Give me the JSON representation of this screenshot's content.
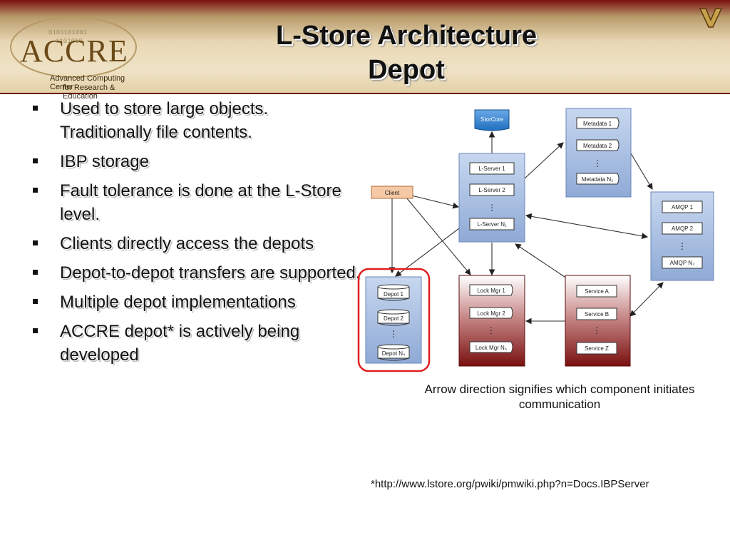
{
  "header": {
    "title_line1": "L-Store Architecture",
    "title_line2": "Depot",
    "logo": {
      "name": "ACCRE",
      "sub1": "Advanced Computing Center",
      "sub2": "for Research & Education"
    }
  },
  "bullets": [
    "Used to store large objects. Traditionally file contents.",
    "IBP storage",
    "Fault tolerance is done at the L-Store level.",
    "Clients directly access the depots",
    "Depot-to-depot transfers are supported.",
    "Multiple depot implementations",
    "ACCRE depot* is actively being developed"
  ],
  "diagram": {
    "storcore": "StorCore",
    "client": "Client",
    "lserver": [
      "L-Server 1",
      "L-Server 2",
      "L-Server N₁"
    ],
    "metadata": [
      "Metadata 1",
      "Metadata 2",
      "Metadata N₂"
    ],
    "amqp": [
      "AMQP 1",
      "AMQP 2",
      "AMQP N₃"
    ],
    "depot": [
      "Depot 1",
      "Depot 2",
      "Depot N₄"
    ],
    "lockmgr": [
      "Lock Mgr 1",
      "Lock Mgr 2",
      "Lock Mgr N₄"
    ],
    "service": [
      "Service A",
      "Service B",
      "Service Z"
    ],
    "ellipsis": "⋮",
    "colors": {
      "blue_box": "#a9c1e3",
      "red_box": "#8a1a1a",
      "highlight": "#e02020"
    }
  },
  "caption": "Arrow direction signifies which component initiates communication",
  "footnote": "*http://www.lstore.org/pwiki/pmwiki.php?n=Docs.IBPServer"
}
